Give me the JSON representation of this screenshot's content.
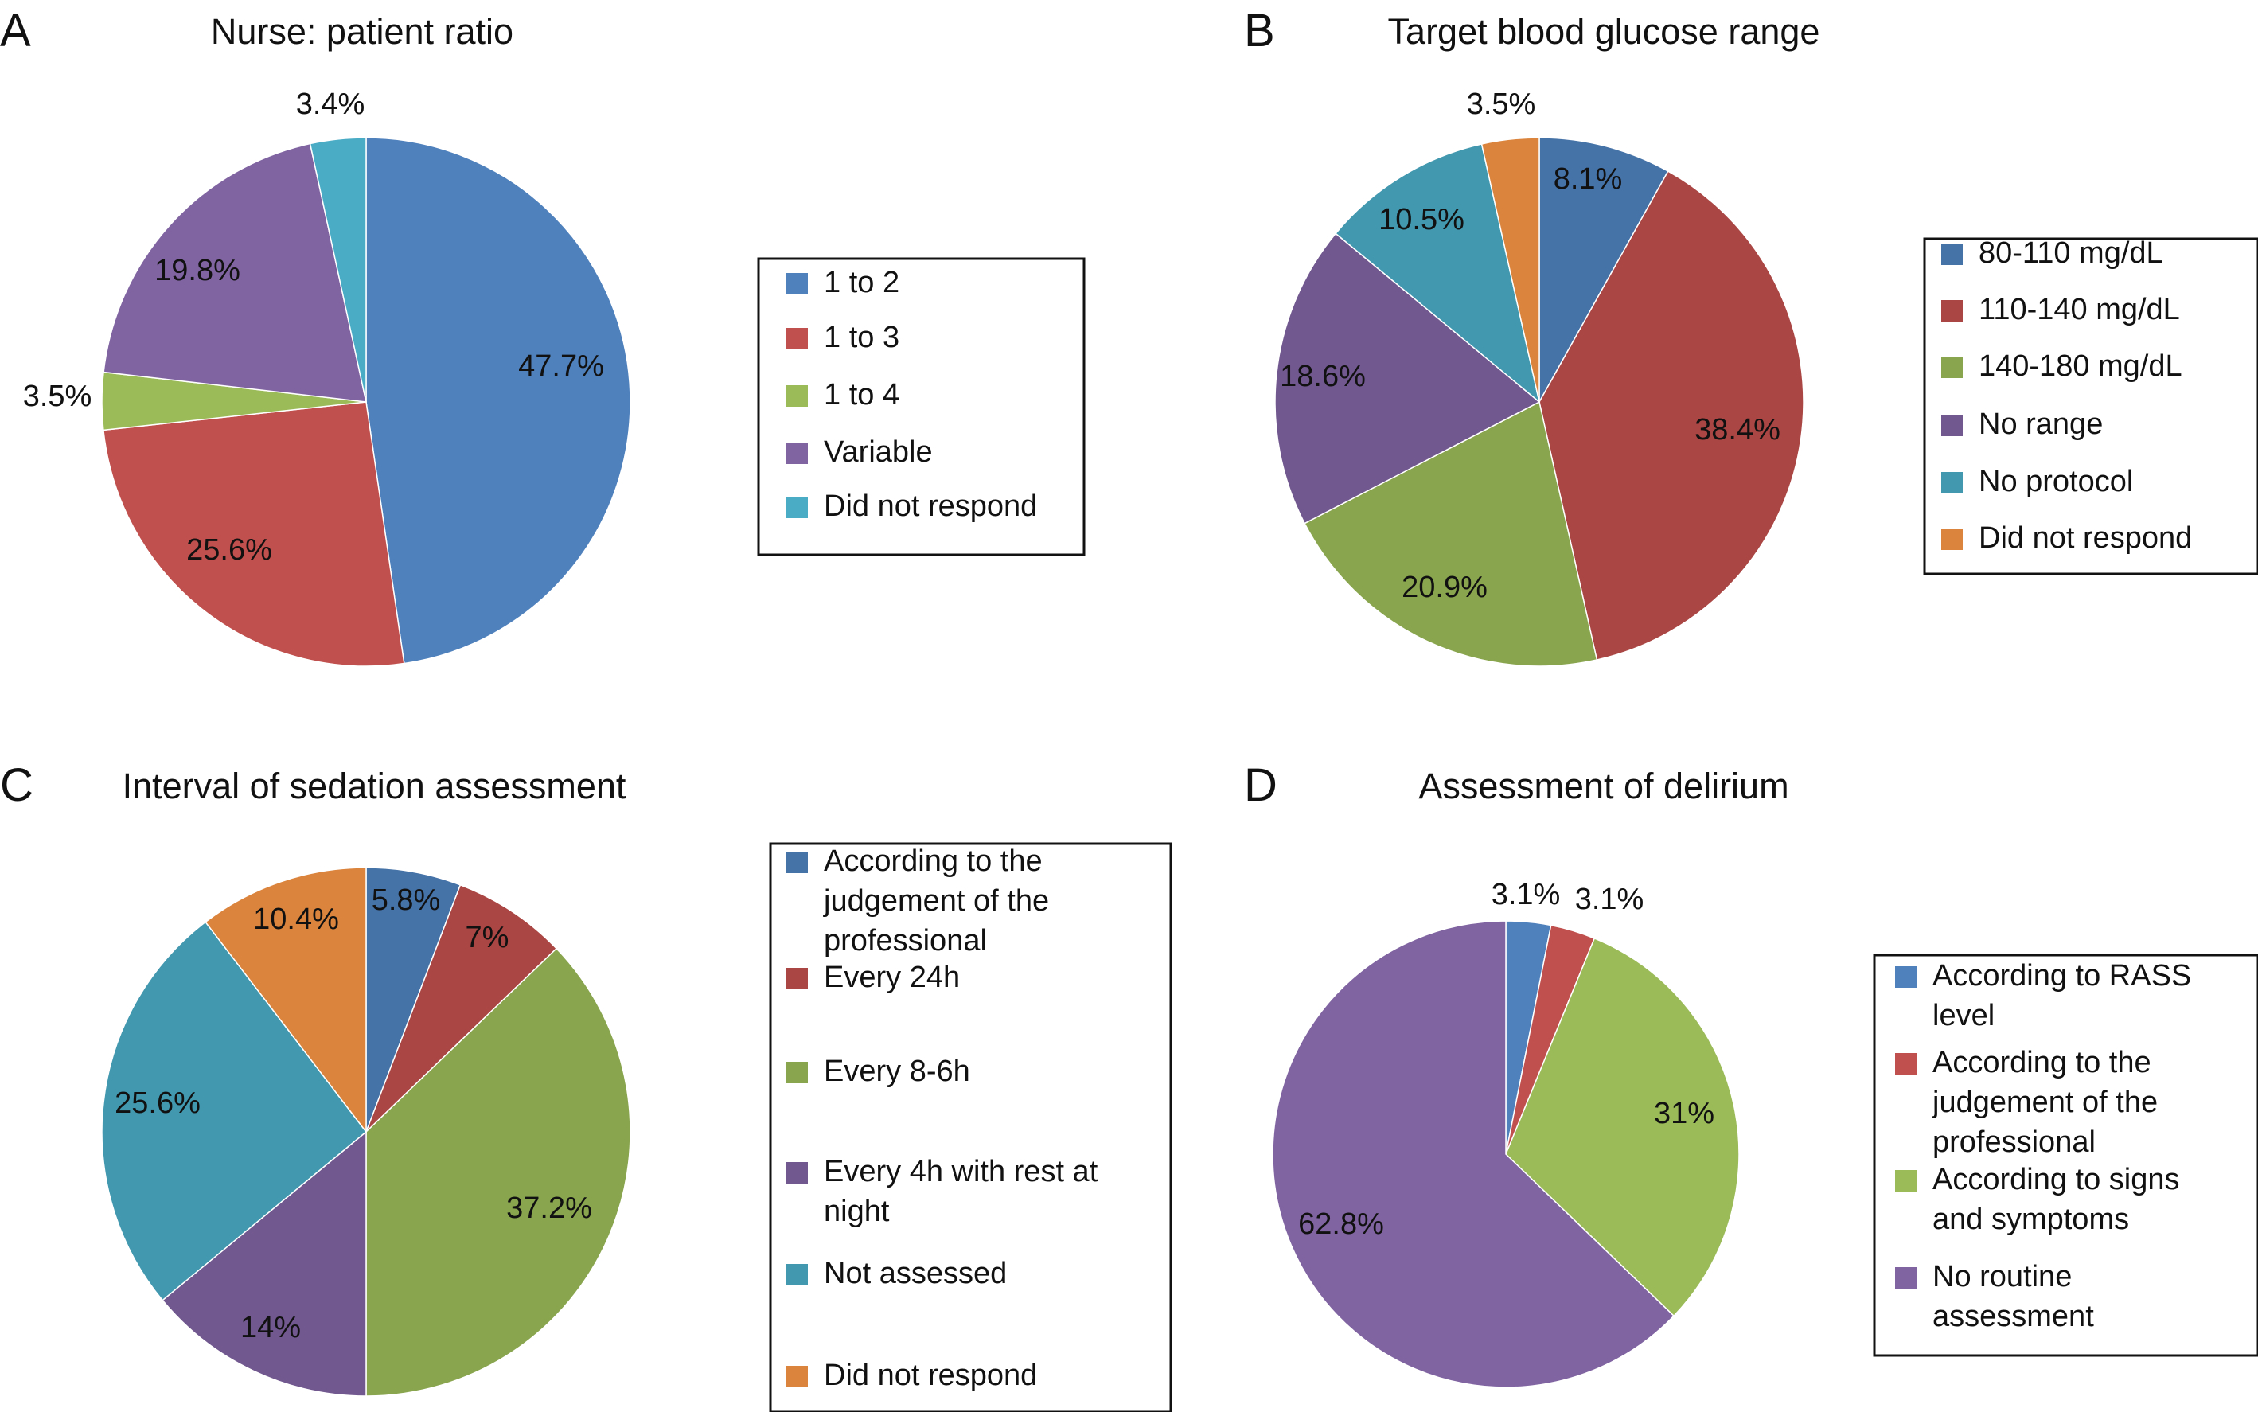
{
  "chart_data": [
    {
      "type": "pie",
      "panel": "A",
      "title": "Nurse: patient ratio",
      "categories": [
        "1 to 2",
        "1 to 3",
        "1 to 4",
        "Variable",
        "Did not respond"
      ],
      "values": [
        47.7,
        25.6,
        3.5,
        19.8,
        3.4
      ],
      "labels": [
        "47.7%",
        "25.6%",
        "3.5%",
        "19.8%",
        "3.4%"
      ],
      "colors": [
        "#4f81bd",
        "#c0504d",
        "#9bbb59",
        "#8064a2",
        "#4bacc6"
      ],
      "legend": [
        [
          "1 to 2"
        ],
        [
          "1 to 3"
        ],
        [
          "1 to 4"
        ],
        [
          "Variable"
        ],
        [
          "Did not respond"
        ]
      ],
      "legend_position": "right"
    },
    {
      "type": "pie",
      "panel": "B",
      "title": "Target blood glucose range",
      "categories": [
        "80-110 mg/dL",
        "110-140 mg/dL",
        "140-180 mg/dL",
        "No range",
        "No protocol",
        "Did not respond"
      ],
      "values": [
        8.1,
        38.4,
        20.9,
        18.6,
        10.5,
        3.5
      ],
      "labels": [
        "8.1%",
        "38.4%",
        "20.9%",
        "18.6%",
        "10.5%",
        "3.5%"
      ],
      "colors": [
        "#4572a7",
        "#aa4643",
        "#89a54e",
        "#71588f",
        "#4198af",
        "#db843d"
      ],
      "legend": [
        [
          "80-110 mg/dL"
        ],
        [
          "110-140 mg/dL"
        ],
        [
          "140-180 mg/dL"
        ],
        [
          "No range"
        ],
        [
          "No protocol"
        ],
        [
          "Did not respond"
        ]
      ],
      "legend_position": "right"
    },
    {
      "type": "pie",
      "panel": "C",
      "title": "Interval of sedation assessment",
      "categories": [
        "According to the judgement of the professional",
        "Every 24h",
        "Every 8-6h",
        "Every 4h with rest at night",
        "Not assessed",
        "Did not respond"
      ],
      "values": [
        5.8,
        7,
        37.2,
        14,
        25.6,
        10.4
      ],
      "labels": [
        "5.8%",
        "7%",
        "37.2%",
        "14%",
        "25.6%",
        "10.4%"
      ],
      "colors": [
        "#4572a7",
        "#aa4643",
        "#89a54e",
        "#71588f",
        "#4198af",
        "#db843d"
      ],
      "legend": [
        [
          "According to the",
          "judgement of the",
          "professional"
        ],
        [
          "Every 24h"
        ],
        [
          "Every 8-6h"
        ],
        [
          "Every 4h with rest at",
          "night"
        ],
        [
          "Not assessed"
        ],
        [
          "Did not respond"
        ]
      ],
      "legend_position": "right"
    },
    {
      "type": "pie",
      "panel": "D",
      "title": "Assessment of delirium",
      "categories": [
        "According to RASS level",
        "According to the judgement of the professional",
        "According to signs and symptoms",
        "No routine assessment"
      ],
      "values": [
        3.1,
        3.1,
        31,
        62.8
      ],
      "labels": [
        "3.1%",
        "3.1%",
        "31%",
        "62.8%"
      ],
      "colors": [
        "#4f81bd",
        "#c0504d",
        "#9bbb59",
        "#8064a2"
      ],
      "legend": [
        [
          "According to RASS",
          "level"
        ],
        [
          "According to the",
          "judgement of the",
          "professional"
        ],
        [
          "According to signs",
          "and symptoms"
        ],
        [
          "No routine",
          "assessment"
        ]
      ],
      "legend_position": "right"
    }
  ]
}
